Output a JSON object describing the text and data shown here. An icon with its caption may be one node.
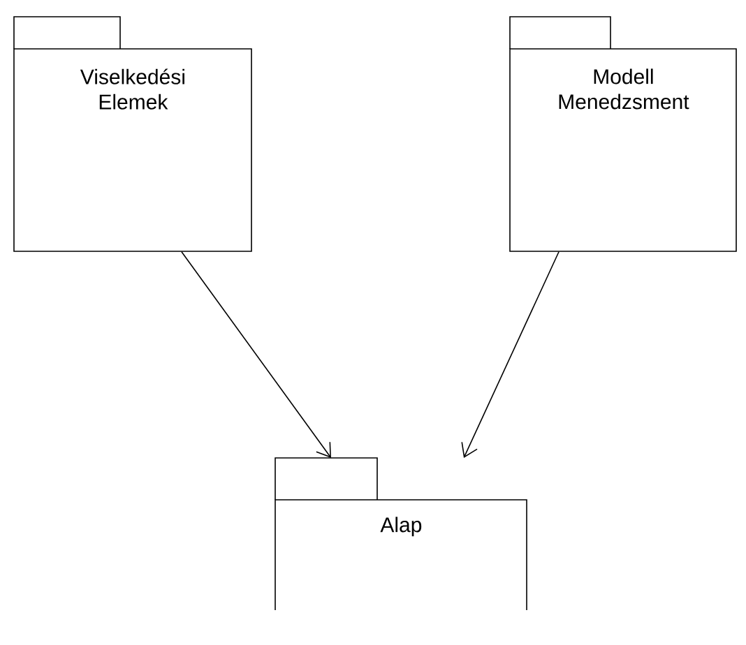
{
  "diagram": {
    "nodes": [
      {
        "text": [
          "Viselkedési Elemek"
        ]
      },
      {
        "text": [
          "Modell Menedzsment"
        ]
      },
      {
        "text": [
          "Alap"
        ]
      }
    ],
    "edges": [
      {
        "from": 0,
        "to": 2,
        "arrow": "to"
      },
      {
        "from": 1,
        "to": 2,
        "arrow": "to"
      }
    ]
  }
}
